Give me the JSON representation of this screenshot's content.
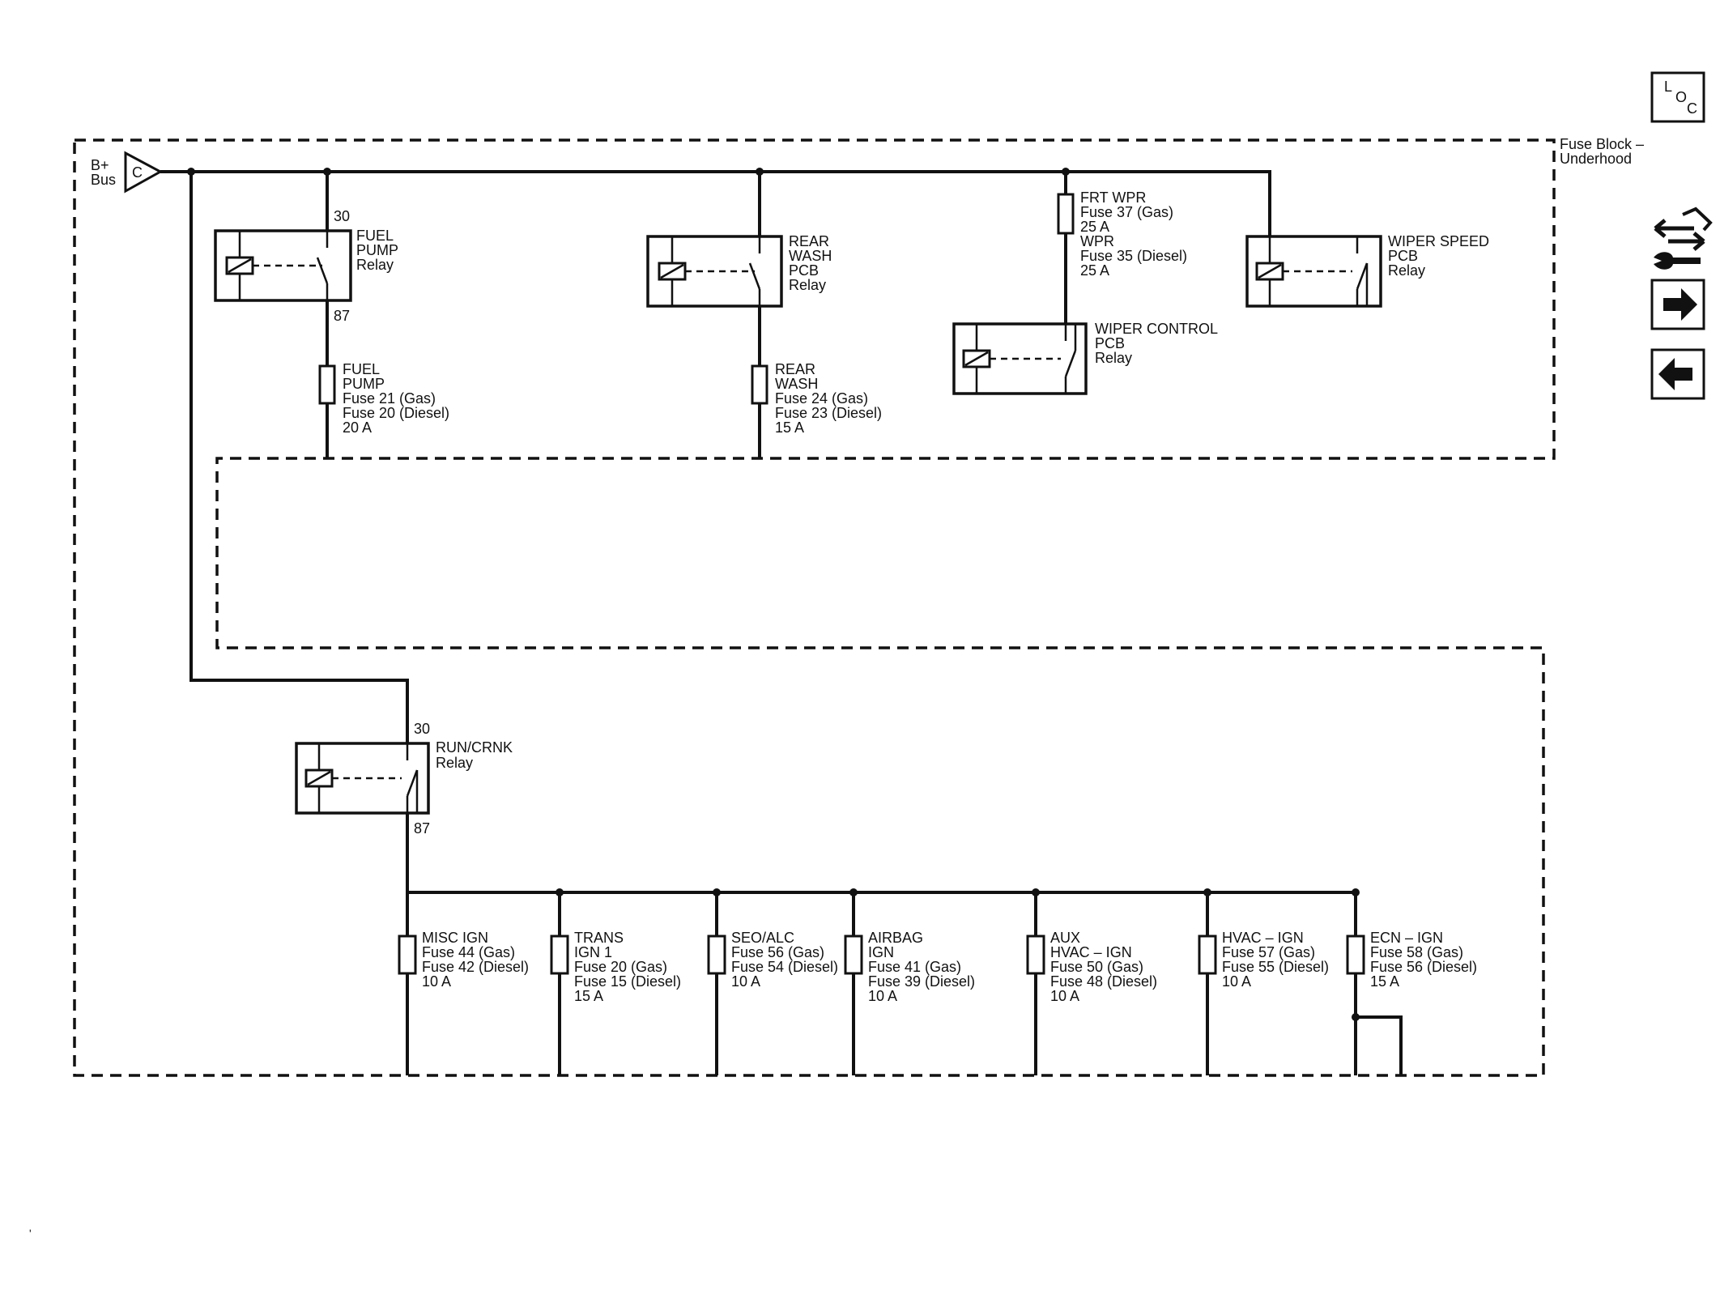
{
  "frame_label_1": "Fuse Block –",
  "frame_label_2": "Underhood",
  "source": {
    "label_1": "B+",
    "label_2": "Bus",
    "connector": "C"
  },
  "pins": {
    "p30": "30",
    "p87": "87"
  },
  "relays": {
    "fuel_pump": [
      "FUEL",
      "PUMP",
      "Relay"
    ],
    "rear_wash": [
      "REAR",
      "WASH",
      "PCB",
      "Relay"
    ],
    "wiper_control": [
      "WIPER CONTROL",
      "PCB",
      "Relay"
    ],
    "wiper_speed": [
      "WIPER SPEED",
      "PCB",
      "Relay"
    ],
    "run_crnk": [
      "RUN/CRNK",
      "Relay"
    ]
  },
  "fuses_top": {
    "fuel_pump": [
      "FUEL",
      "PUMP",
      "Fuse 21 (Gas)",
      "Fuse 20 (Diesel)",
      "20 A"
    ],
    "rear_wash": [
      "REAR",
      "WASH",
      "Fuse 24 (Gas)",
      "Fuse 23 (Diesel)",
      "15 A"
    ],
    "frt_wpr": [
      "FRT WPR",
      "Fuse 37 (Gas)",
      "25 A",
      "WPR",
      "Fuse 35 (Diesel)",
      "25 A"
    ]
  },
  "fuses_bottom": [
    [
      "MISC IGN",
      "Fuse 44 (Gas)",
      "Fuse 42 (Diesel)",
      "10 A"
    ],
    [
      "TRANS",
      "IGN 1",
      "Fuse 20 (Gas)",
      "Fuse 15 (Diesel)",
      "15 A"
    ],
    [
      "SEO/ALC",
      "Fuse 56 (Gas)",
      "Fuse 54 (Diesel)",
      "10 A"
    ],
    [
      "AIRBAG",
      "IGN",
      "Fuse 41 (Gas)",
      "Fuse 39 (Diesel)",
      "10 A"
    ],
    [
      "AUX",
      "HVAC – IGN",
      "Fuse 50 (Gas)",
      "Fuse 48 (Diesel)",
      "10 A"
    ],
    [
      "HVAC – IGN",
      "Fuse 57 (Gas)",
      "Fuse 55 (Diesel)",
      "10 A"
    ],
    [
      "ECN – IGN",
      "Fuse 58 (Gas)",
      "Fuse 56 (Diesel)",
      "15 A"
    ]
  ],
  "loc_button": {
    "l": "L",
    "o": "O",
    "c": "C"
  },
  "nav_icons": [
    "wrench-arrows-icon",
    "arrow-right-icon",
    "arrow-left-icon"
  ]
}
